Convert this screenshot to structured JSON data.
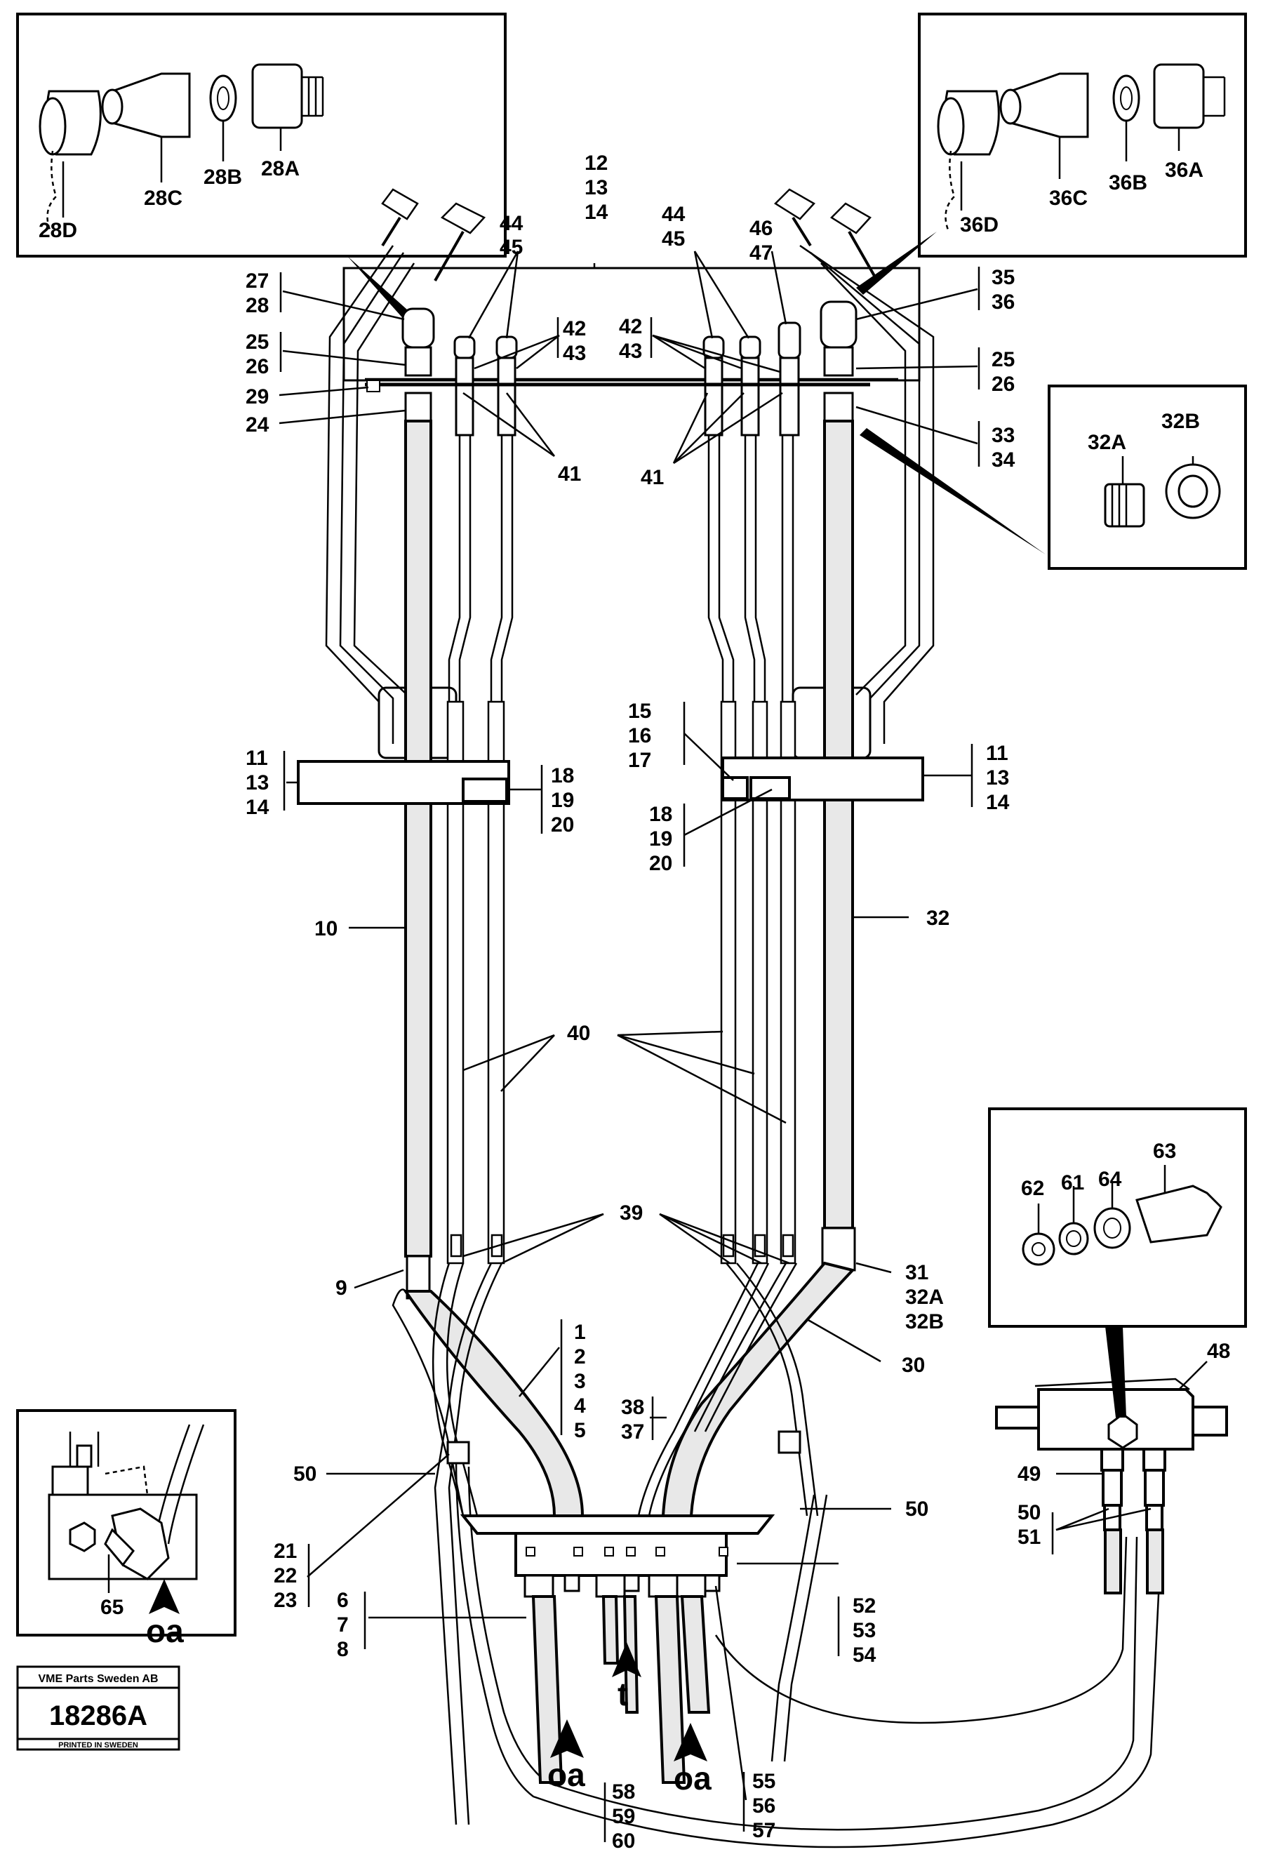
{
  "callouts": {
    "c1": "1",
    "c2": "2",
    "c3": "3",
    "c4": "4",
    "c5": "5",
    "c6": "6",
    "c7": "7",
    "c8": "8",
    "c9": "9",
    "c10": "10",
    "c11a": "11",
    "c13a": "13",
    "c14a": "14",
    "c11b": "11",
    "c13b": "13",
    "c14b": "14",
    "c12t": "12",
    "c13t": "13",
    "c14t": "14",
    "c15": "15",
    "c16": "16",
    "c17": "17",
    "c18a": "18",
    "c19a": "19",
    "c20a": "20",
    "c18b": "18",
    "c19b": "19",
    "c20b": "20",
    "c21": "21",
    "c22": "22",
    "c23": "23",
    "c24": "24",
    "c25a": "25",
    "c26a": "26",
    "c25b": "25",
    "c26b": "26",
    "c27": "27",
    "c28": "28",
    "c29": "29",
    "c28A": "28A",
    "c28B": "28B",
    "c28C": "28C",
    "c28D": "28D",
    "c30": "30",
    "c31": "31",
    "c32A1": "32A",
    "c32B1": "32B",
    "c32": "32",
    "c32A2": "32A",
    "c32B2": "32B",
    "c33": "33",
    "c34": "34",
    "c35": "35",
    "c36": "36",
    "c36A": "36A",
    "c36B": "36B",
    "c36C": "36C",
    "c36D": "36D",
    "c37": "37",
    "c38": "38",
    "c39": "39",
    "c40": "40",
    "c41a": "41",
    "c41b": "41",
    "c42a": "42",
    "c43a": "43",
    "c42b": "42",
    "c43b": "43",
    "c44a": "44",
    "c45a": "45",
    "c44b": "44",
    "c45b": "45",
    "c46": "46",
    "c47": "47",
    "c48": "48",
    "c49": "49",
    "c50a": "50",
    "c50b": "50",
    "c50c": "50",
    "c51": "51",
    "c52": "52",
    "c53": "53",
    "c54": "54",
    "c55": "55",
    "c56": "56",
    "c57": "57",
    "c58": "58",
    "c59": "59",
    "c60": "60",
    "c61": "61",
    "c62": "62",
    "c63": "63",
    "c64": "64",
    "c65": "65",
    "oa1": "oa",
    "oa2": "oa",
    "oa3": "oa",
    "t": "t"
  },
  "stamp": {
    "company": "VME Parts Sweden AB",
    "number": "18286A",
    "printed": "PRINTED IN SWEDEN"
  },
  "colors": {
    "ink": "#000000",
    "paper": "#ffffff"
  }
}
